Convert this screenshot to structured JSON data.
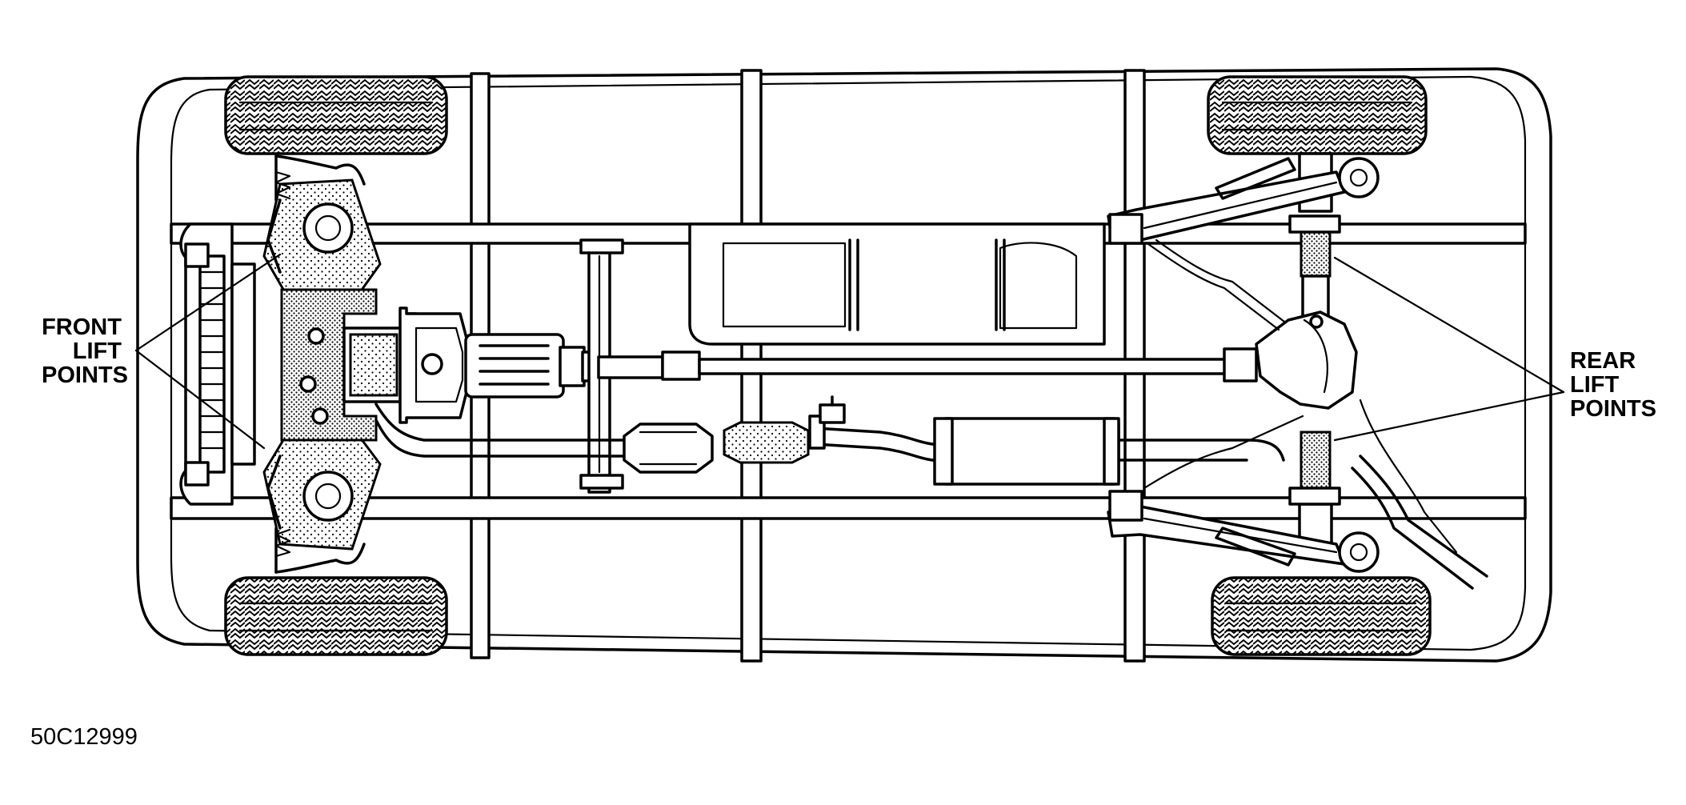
{
  "labels": {
    "front_lift_points": [
      "FRONT",
      "LIFT",
      "POINTS"
    ],
    "rear_lift_points": [
      "REAR",
      "LIFT",
      "POINTS"
    ]
  },
  "figure_id": "50C12999"
}
